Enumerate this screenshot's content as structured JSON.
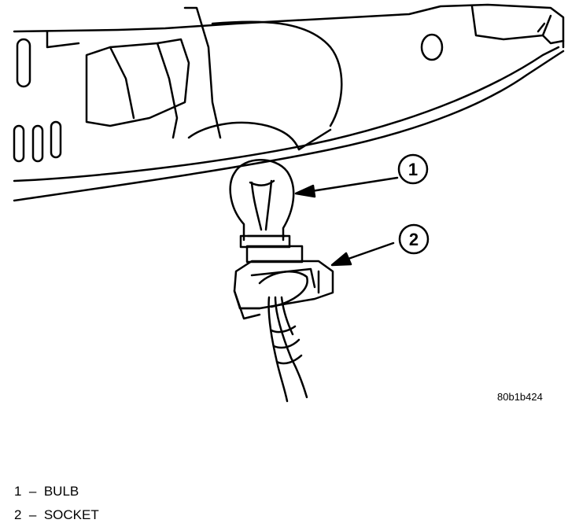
{
  "callouts": [
    {
      "number": "1"
    },
    {
      "number": "2"
    }
  ],
  "figure_id": "80b1b424",
  "legend": [
    {
      "number": "1",
      "dash": "–",
      "label": "BULB"
    },
    {
      "number": "2",
      "dash": "–",
      "label": "SOCKET"
    }
  ]
}
